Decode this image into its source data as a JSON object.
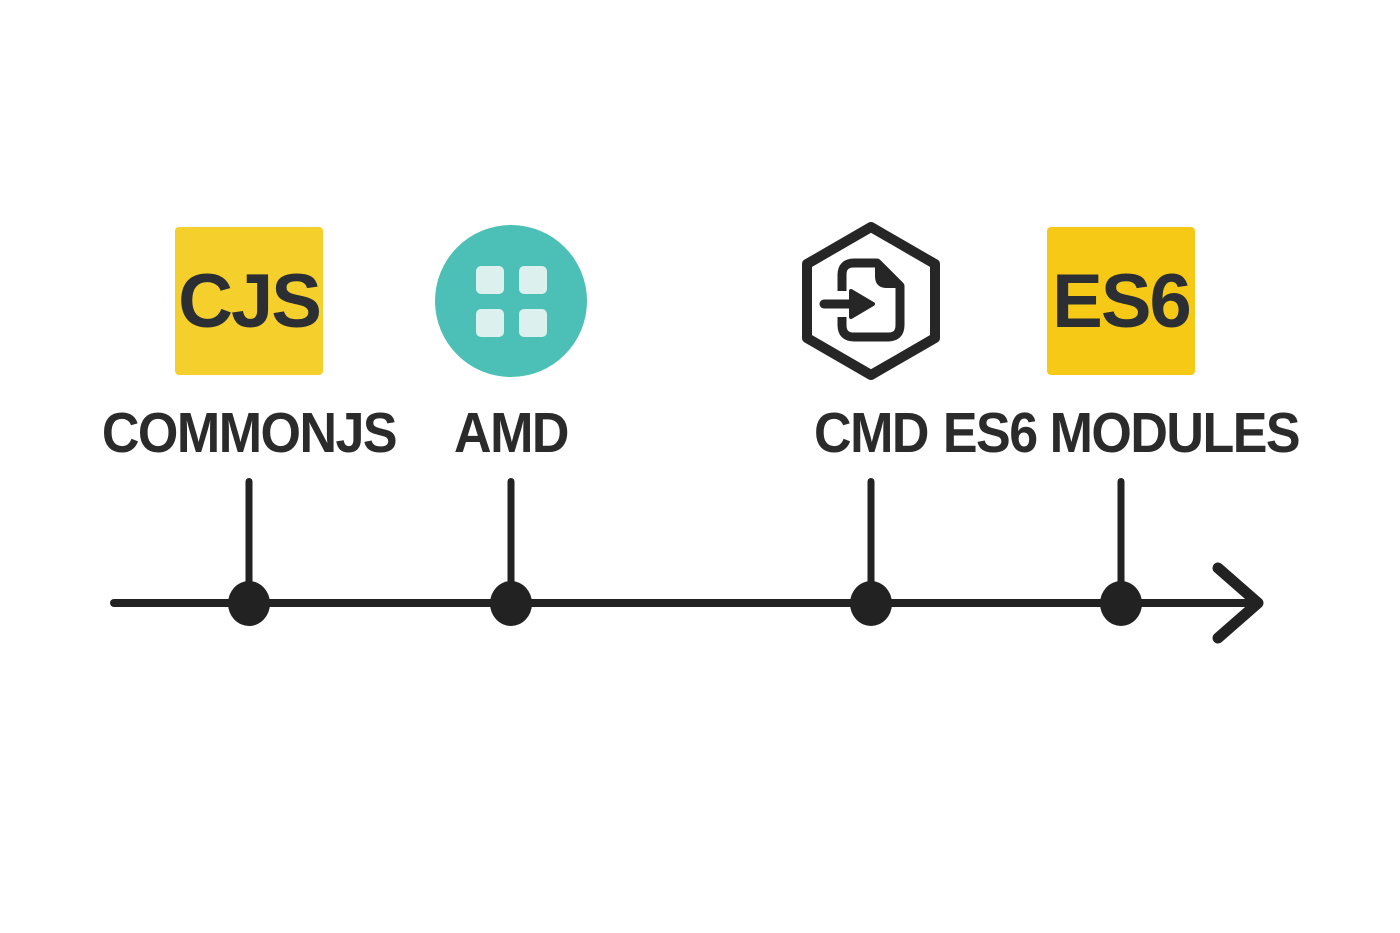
{
  "canvas": {
    "background": "#ffffff"
  },
  "colors": {
    "ink": "#222222",
    "label_text": "#2b2b2b",
    "badge_text": "#2b2f33",
    "cjs_yellow": "#F5D02C",
    "es6_yellow": "#F6C917",
    "amd_teal": "#4CC0B6",
    "amd_grid_squares": "#DCF0ED"
  },
  "timeline": {
    "type": "horizontal-timeline",
    "direction": "left-to-right",
    "arrow_icon": "arrow-right",
    "items": [
      {
        "id": "commonjs",
        "badge": "CJS",
        "label": "COMMONJS",
        "icon": "cjs-yellow-square-badge"
      },
      {
        "id": "amd",
        "badge": "",
        "label": "AMD",
        "icon": "teal-circle-grid-icon"
      },
      {
        "id": "cmd",
        "badge": "",
        "label": "CMD",
        "icon": "hexagon-import-file-icon"
      },
      {
        "id": "es6",
        "badge": "ES6",
        "label": "ES6 MODULES",
        "icon": "es6-yellow-square-badge"
      }
    ]
  }
}
